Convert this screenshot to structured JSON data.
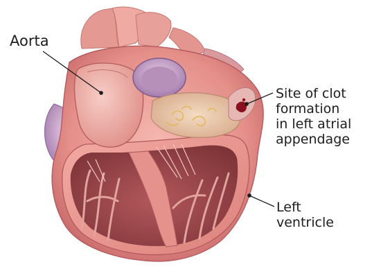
{
  "figure": {
    "subject": "heart-cutaway-illustration",
    "colors": {
      "myocardium": "#e8958f",
      "myocardium_light": "#f6c7c0",
      "myocardium_dark": "#b9575a",
      "chamber_inner": "#c9706c",
      "trabeculae": "#9a4a4e",
      "valve_purple": "#c9a2c8",
      "valve_purple_dark": "#8f6a98",
      "atrium_tan": "#e8c6a8",
      "clot": "#8a1020",
      "swirl": "#e2b85a",
      "leader_line": "#1d1d1d"
    }
  },
  "labels": {
    "aorta": {
      "lines": [
        "Aorta"
      ]
    },
    "clot_site": {
      "lines": [
        "Site of clot",
        "formation",
        "in left atrial",
        "appendage"
      ]
    },
    "left_ventricle": {
      "lines": [
        "Left",
        "ventricle"
      ]
    }
  }
}
